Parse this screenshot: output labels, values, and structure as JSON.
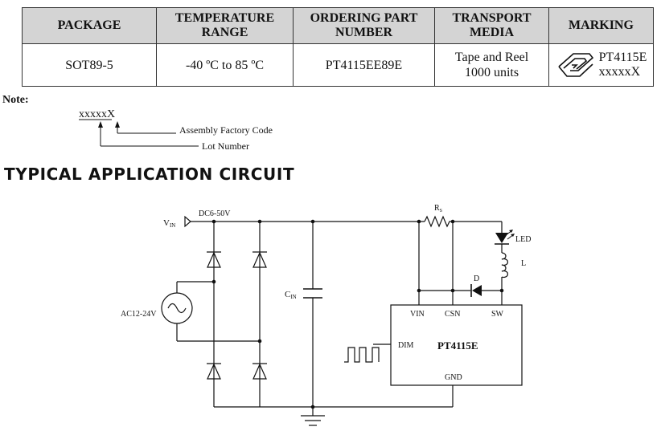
{
  "table": {
    "headers": {
      "package": "PACKAGE",
      "temperature_line1": "TEMPERATURE",
      "temperature_line2": "RANGE",
      "ordering_line1": "ORDERING PART",
      "ordering_line2": "NUMBER",
      "transport_line1": "TRANSPORT",
      "transport_line2": "MEDIA",
      "marking": "MARKING"
    },
    "row": {
      "package": "SOT89-5",
      "temperature": "-40 ºC to 85 ºC",
      "part_number": "PT4115EE89E",
      "transport_line1": "Tape and Reel",
      "transport_line2": "1000 units",
      "marking_line1": "PT4115E",
      "marking_line2": "xxxxxX"
    }
  },
  "note": {
    "label": "Note:",
    "code": "xxxxxX",
    "assembly_label": "Assembly Factory Code",
    "lot_label": "Lot Number"
  },
  "section_title": "TYPICAL APPLICATION CIRCUIT",
  "circuit": {
    "vin_label": "V",
    "vin_sub": "IN",
    "dc_label": "DC6-50V",
    "ac_label": "AC12-24V",
    "cin_label": "C",
    "cin_sub": "IN",
    "rs_label": "R",
    "rs_sub": "S",
    "led_label": "LED",
    "l_label": "L",
    "d_label": "D",
    "pin_vin": "VIN",
    "pin_csn": "CSN",
    "pin_sw": "SW",
    "pin_dim": "DIM",
    "pin_gnd": "GND",
    "chip_name": "PT4115E"
  }
}
